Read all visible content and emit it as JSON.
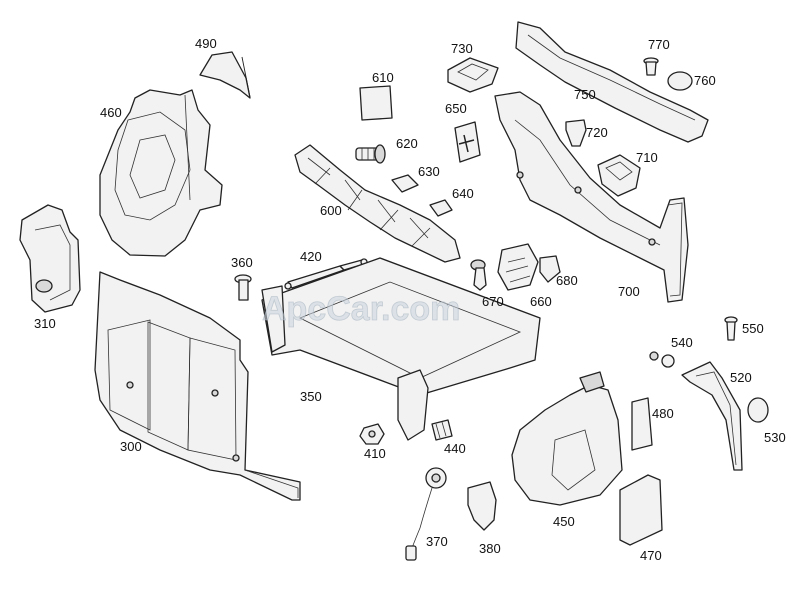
{
  "watermark": "ApcCar.com",
  "callouts": [
    {
      "id": "490",
      "label": "490"
    },
    {
      "id": "460",
      "label": "460"
    },
    {
      "id": "310",
      "label": "310"
    },
    {
      "id": "300",
      "label": "300"
    },
    {
      "id": "610",
      "label": "610"
    },
    {
      "id": "620",
      "label": "620"
    },
    {
      "id": "630",
      "label": "630"
    },
    {
      "id": "640",
      "label": "640"
    },
    {
      "id": "650",
      "label": "650"
    },
    {
      "id": "600",
      "label": "600"
    },
    {
      "id": "730",
      "label": "730"
    },
    {
      "id": "770",
      "label": "770"
    },
    {
      "id": "760",
      "label": "760"
    },
    {
      "id": "750",
      "label": "750"
    },
    {
      "id": "720",
      "label": "720"
    },
    {
      "id": "710",
      "label": "710"
    },
    {
      "id": "700",
      "label": "700"
    },
    {
      "id": "680",
      "label": "680"
    },
    {
      "id": "660",
      "label": "660"
    },
    {
      "id": "670",
      "label": "670"
    },
    {
      "id": "360",
      "label": "360"
    },
    {
      "id": "420",
      "label": "420"
    },
    {
      "id": "350",
      "label": "350"
    },
    {
      "id": "410",
      "label": "410"
    },
    {
      "id": "440",
      "label": "440"
    },
    {
      "id": "370",
      "label": "370"
    },
    {
      "id": "380",
      "label": "380"
    },
    {
      "id": "450",
      "label": "450"
    },
    {
      "id": "480",
      "label": "480"
    },
    {
      "id": "470",
      "label": "470"
    },
    {
      "id": "540",
      "label": "540"
    },
    {
      "id": "550",
      "label": "550"
    },
    {
      "id": "520",
      "label": "520"
    },
    {
      "id": "530",
      "label": "530"
    }
  ]
}
